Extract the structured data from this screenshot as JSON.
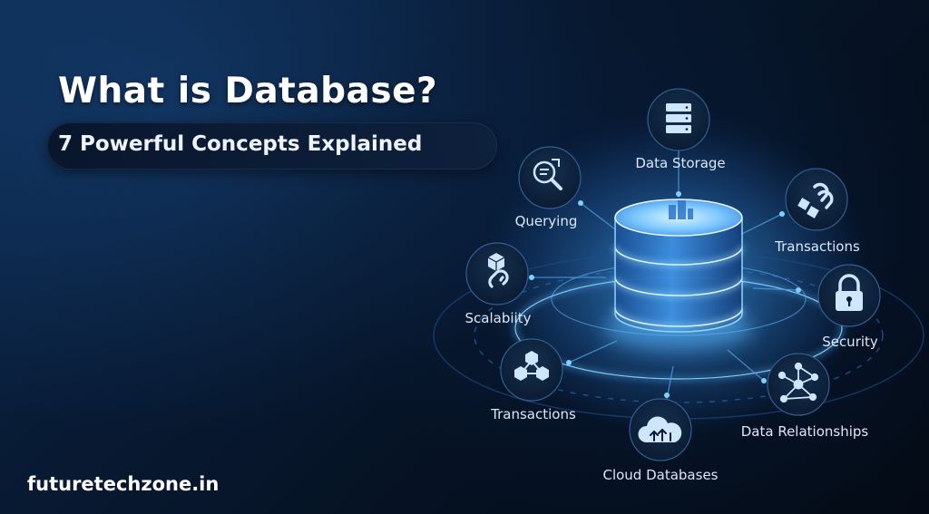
{
  "title": "What is Database?",
  "subtitle": "7 Powerful Concepts Explained",
  "brand": "futuretechzone.in",
  "concepts": [
    {
      "label": "Data Storage",
      "icon": "server-rack-icon"
    },
    {
      "label": "Querying",
      "icon": "search-document-icon"
    },
    {
      "label": "Transactions",
      "icon": "chain-link-blocks-icon"
    },
    {
      "label": "Scalabiity",
      "icon": "cube-link-icon"
    },
    {
      "label": "Security",
      "icon": "lock-icon"
    },
    {
      "label": "Transactions",
      "icon": "connected-cubes-icon"
    },
    {
      "label": "Data Relationships",
      "icon": "network-nodes-icon"
    },
    {
      "label": "Cloud Databases",
      "icon": "cloud-upload-icon"
    }
  ],
  "colors": {
    "background": "#071428",
    "accent": "#3fa9ff",
    "glow": "#7fd3ff",
    "icon": "#cfe6ff",
    "text": "#ffffff"
  }
}
